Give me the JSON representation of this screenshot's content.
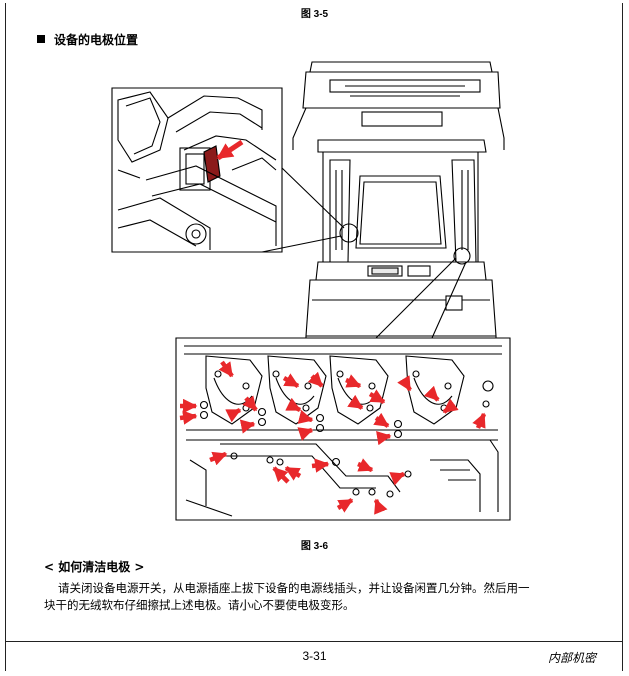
{
  "figure_top_caption": "图 3-5",
  "section_heading": "设备的电极位置",
  "figure_bottom_caption": "图 3-6",
  "sub_heading": "< 如何清洁电极 >",
  "body_lines": [
    "请关闭设备电源开关，从电源插座上拔下设备的电源线插头，并让设备闲置几分钟。然后用一",
    "块干的无绒软布仔细擦拭上述电极。请小心不要使电极变形。"
  ],
  "page_number": "3-31",
  "confidential_label": "内部机密",
  "colors": {
    "arrow": "#e8282b",
    "line": "#000000"
  },
  "icons": [
    "black-square-bullet",
    "red-pointer-arrow"
  ]
}
